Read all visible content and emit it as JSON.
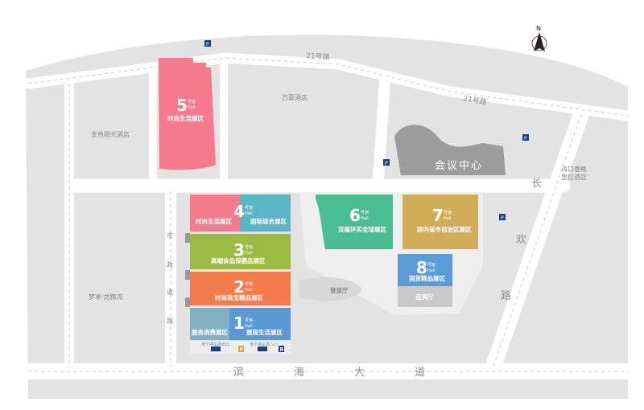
{
  "compass": {
    "north": "N"
  },
  "roads": {
    "road21_a": "21号路",
    "road21_b": "21号路",
    "changhuan": [
      "长",
      "欢",
      "路"
    ],
    "binhai": [
      "滨",
      "海",
      "大",
      "道"
    ],
    "shizheng": [
      "市",
      "政",
      "道",
      "路"
    ]
  },
  "hotels": {
    "jinse": "金色阳光酒店",
    "wanhao": "万豪酒店",
    "mengxiang": "梦享·龙腾湾",
    "shangri_la": [
      "海口香格",
      "里拉酒店"
    ]
  },
  "conference": "会议中心",
  "halls": [
    {
      "num": "5",
      "tag": "号馆",
      "en": "Hall",
      "zones": [
        "时尚生活展区"
      ],
      "color": "#f57a8c"
    },
    {
      "num": "4",
      "tag": "号馆",
      "en": "Hall",
      "zones": [
        "时尚生活展区",
        "国际综合展区"
      ],
      "color": "#f57a8c"
    },
    {
      "num": "3",
      "tag": "号馆",
      "en": "Hall",
      "zones": [
        "高端食品保健品展区"
      ],
      "color": "#9cbb43"
    },
    {
      "num": "2",
      "tag": "号馆",
      "en": "Hall",
      "zones": [
        "时尚珠宝精品展区"
      ],
      "color": "#f47b4b"
    },
    {
      "num": "1",
      "tag": "号馆",
      "en": "Hall",
      "zones": [
        "服务消费展区",
        "旅居生活展区"
      ],
      "color": "#5b99d5"
    },
    {
      "num": "6",
      "tag": "号馆",
      "en": "Hall",
      "zones": [
        "双循环买全球展区"
      ],
      "color": "#4bbd94"
    },
    {
      "num": "7",
      "tag": "号馆",
      "en": "Hall",
      "zones": [
        "国内省市自治区展区"
      ],
      "color": "#d2ad59"
    },
    {
      "num": "8",
      "tag": "号馆",
      "en": "Hall",
      "zones": [
        "国货精品展区"
      ],
      "color": "#5b9bd6"
    }
  ],
  "halls_misc": {
    "denglu": "登录厅",
    "yingbin": "迎宾厅"
  },
  "parking": {
    "exit": "地下停车场出口",
    "entrance": "地下停车场入口",
    "p": "P",
    "b": "B"
  }
}
